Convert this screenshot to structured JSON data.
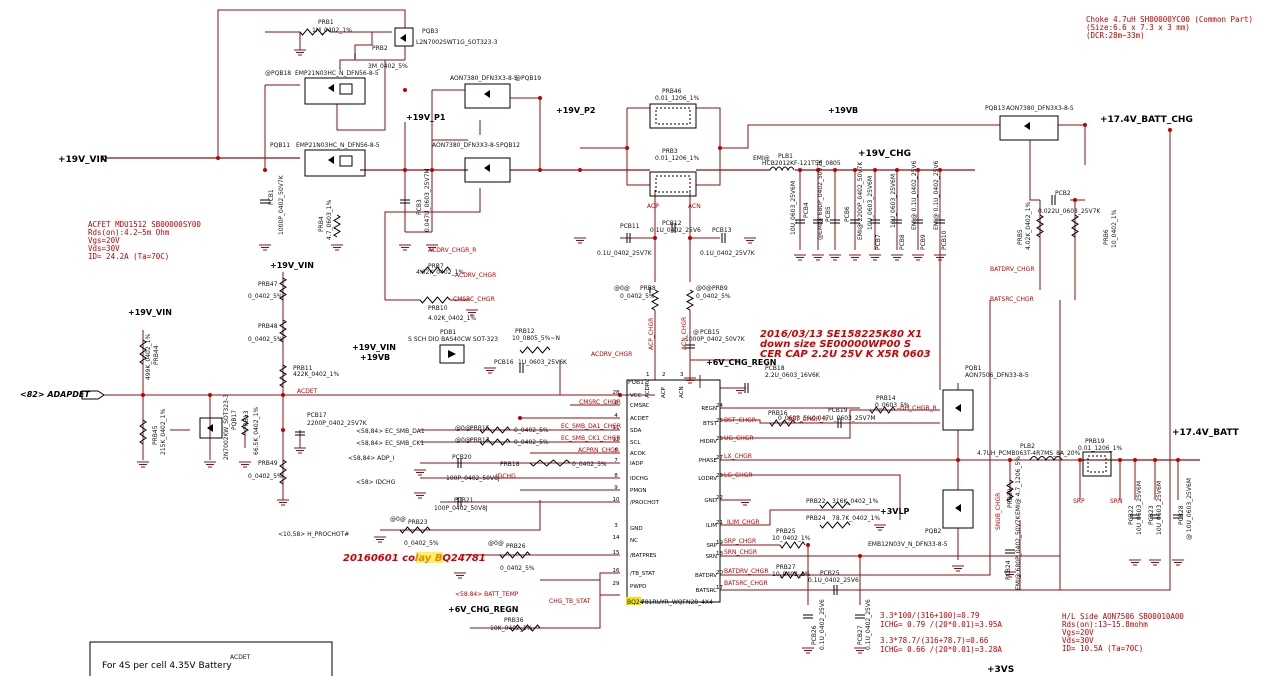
{
  "nets": {
    "v19_vin": "+19V_VIN",
    "v19_vin_2": "+19V_VIN",
    "v19_vin_3": "+19V_VIN",
    "v19_vin_4": "+19V_VIN",
    "v19_p1": "+19V_P1",
    "v19_p2": "+19V_P2",
    "v19vb": "+19VB",
    "v19vb_2": "+19VB",
    "v19v_chg": "+19V_CHG",
    "batt_chg": "+17.4V_BATT_CHG",
    "batt": "+17.4V_BATT",
    "v6_chg_regn": "+6V_CHG_REGN",
    "v6_chg_regn_2": "+6V_CHG_REGN",
    "v3vlp": "+3VLP",
    "v3vs": "+3VS",
    "adapdet": "<82> ADAPDET"
  },
  "components": {
    "prb1": "PRB1",
    "prb1_val": "1M_0402_1%",
    "prb2": "PRB2",
    "prb2_val": "3M_0402_5%",
    "pqb3": "PQB3",
    "pqb3_val": "L2N7002SWT1G_SOT323-3",
    "pqb18": "@PQB18",
    "pqb18_val": "EMP21N03HC_N_DFN56-8-5",
    "pqb11": "PQB11",
    "pqb11_val": "EMP21N03HC_N_DFN56-8-5",
    "pqb19_val": "AON7380_DFN3X3-8-5",
    "pqb19": "@PQB19",
    "pqb12_val": "AON7380_DFN3X3-8-5",
    "pqb12": "PQB12",
    "prb46": "PRB46",
    "prb46_val": "0.01_1206_1%",
    "prb3": "PRB3",
    "prb3_val": "0.01_1206_1%",
    "plb1": "PLB1",
    "plb1_pre": "EMI@",
    "plb1_val": "HCB2012KF-121T50_0805",
    "pqb13": "PQB13",
    "pqb13_val": "AON7380_DFN3X3-8-5",
    "pcb1": "PCB1",
    "pcb1_val": "1000P_0402_50V7K",
    "prb4": "PRB4",
    "prb4_val": "4.7_0603_1%",
    "pcb3": "PCB3",
    "pcb3_val": "0.047U_0603_25V7M",
    "pcb11": "PCB11",
    "pcb11_val": "0.1U_0402_25V7K",
    "pcb12": "PCB12",
    "pcb12_val": "0.1U_0402_25V6",
    "pcb13": "PCB13",
    "pcb13_val": "0.1U_0402_25V7K",
    "pcb4": "PCB4",
    "pcb4_val": "10U_0603_25V6M",
    "pcb5": "PCB5",
    "pcb5_val": "@EMI@ 680P_0402_50V7K",
    "pcb6": "PCB6",
    "pcb6_val": "EMI@ 2200P_0402_50V7K",
    "pcb7": "PCB7",
    "pcb7_val": "10U_0603_25V6M",
    "pcb8": "PCB8",
    "pcb8_val": "10U_0603_25V6M",
    "pcb9": "PCB9",
    "pcb9_val": "EMI@ 0.1U_0402_25V6",
    "pcb10": "PCB10",
    "pcb10_val": "EMI@ 0.1U_0402_25V6",
    "prb5": "PRB5",
    "prb5_val": "4.02K_0402_1%",
    "prb6": "PRB6",
    "prb6_val": "10_0402_1%",
    "pcb2": "PCB2",
    "pcb2_val": "0.022U_0603_25V7K",
    "prb7": "PRB7",
    "prb7_val": "4.02K_0402_1%",
    "prb10": "PRB10",
    "prb10_val": "4.02K_0402_1%",
    "prb47": "PRB47",
    "prb47_val": "0_0402_5%",
    "prb48": "PRB48",
    "prb48_val": "0_0402_5%",
    "prb11": "PRB11",
    "prb11_val": "422K_0402_1%",
    "prb44": "PRB44",
    "prb44_val": "499K_0402_1%",
    "prb45": "PRB45",
    "prb45_val": "215K_0402_1%",
    "pqb17": "PQB17",
    "pqb17_val": "2N7002KW_SOT323-3",
    "prb13": "PRB13",
    "prb13_val": "66.5K_0402_1%",
    "pcb17": "PCB17",
    "pcb17_val": "2200P_0402_25V7K",
    "prb49": "PRB49",
    "prb49_val": "0_0402_5%",
    "pdb1": "PDB1",
    "pdb1_val": "S SCH DIO BAS40CW SOT-323",
    "prb12": "PRB12",
    "prb12_val": "10_0805_5%~N",
    "pcb16": "PCB16",
    "pcb16_val": "1U_0603_25V6K",
    "prb8": "PRB8",
    "prb8_val": "0_0402_5%",
    "prb9": "PRB9",
    "prb9_val": "0_0402_5%",
    "pcb15": "PCB15",
    "pcb15_val": "1000P_0402_50V7K",
    "pcb18": "PCB18",
    "pcb18_val": "2.2U_0603_16V6K",
    "prb16": "PRB16",
    "prb16_val": "0_0603_5%",
    "pcb19": "PCB19",
    "pcb19_val": "0.047U_0603_25V7M",
    "prb14": "PRB14",
    "prb14_val": "0_0603_5%",
    "pqb1": "PQB1",
    "pqb1_val": "AON7506_DFN33-8-5",
    "pqb2": "PQB2",
    "pqb2_val": "EMB12N03V_N_DFN33-8-5",
    "plb2": "PLB2",
    "plb2_val": "4.7UH_PCMB063T-4R7MS_8A_20%",
    "prb19": "PRB19",
    "prb19_val": "0.01_1206_1%",
    "prb15": "PRB15",
    "prb17": "PRB17",
    "prb15_val": "0_0402_5%",
    "prb17_val": "0_0402_5%",
    "pcb20": "PCB20",
    "pcb20_val": "100P_0402_50V8J",
    "prb18": "PRB18",
    "prb18_val": "0_0402_5%",
    "pcb21": "PCB21",
    "pcb21_val": "100P_0402_50V8J",
    "prb23": "PRB23",
    "prb23_val": "0_0402_5%",
    "prb26": "PRB26",
    "prb26_val": "0_0402_5%",
    "prb36": "PRB36",
    "prb36_val": "10K_0402_1%",
    "prb22": "PRB22",
    "prb22_val": "316K_0402_1%",
    "prb24": "PRB24",
    "prb24_val": "78.7K_0402_1%",
    "prb25": "PRB25",
    "prb25_val": "10_0402_1%",
    "prb27": "PRB27",
    "prb27_val": "10_0402_1%",
    "pcb25": "PCB25",
    "pcb25_val": "0.1U_0402_25V6",
    "pcb26": "PCB26",
    "pcb26_val": "0.1U_0402_25V6",
    "pcb27": "PCB27",
    "pcb27_val": "0.1U_0402_25V6",
    "pcb22": "PCB22",
    "pcb22_val": "10U_0603_25V6M",
    "pcb23": "PCB23",
    "pcb23_val": "10U_0603_25V6M",
    "pcb28": "PCB28",
    "pcb28_val": "@ 10U_0603_25V6M",
    "pcb24": "PCB24",
    "pcb24_val": "EMI@ 680P_0402_50V7K",
    "prb20": "PRB20",
    "prb20_val": "EMI@ 4.7_1206_5%",
    "pub1": "PUB1",
    "pub1_part_hl": "BQ24",
    "pub1_part": "781RUYR_WQFN28_4X4"
  },
  "ic_pins_left": [
    {
      "num": "28",
      "name": "VCC"
    },
    {
      "num": "6",
      "name": "CMSRC"
    },
    {
      "num": "4",
      "name": "ACDET"
    },
    {
      "num": "11",
      "name": "SDA"
    },
    {
      "num": "12",
      "name": "SCL"
    },
    {
      "num": "5",
      "name": "ACOK"
    },
    {
      "num": "7",
      "name": "IADP"
    },
    {
      "num": "8",
      "name": "IDCHG"
    },
    {
      "num": "9",
      "name": "PMON"
    },
    {
      "num": "10",
      "name": "/PROCHOT"
    },
    {
      "num": "3",
      "name": "GND"
    },
    {
      "num": "14",
      "name": "NC"
    },
    {
      "num": "15",
      "name": "/BATPRES"
    },
    {
      "num": "16",
      "name": "/TB_STAT"
    },
    {
      "num": "29",
      "name": "PWPD"
    }
  ],
  "ic_pins_right": [
    {
      "num": "24",
      "name": "REGN"
    },
    {
      "num": "25",
      "name": "BTST"
    },
    {
      "num": "26",
      "name": "HIDRV"
    },
    {
      "num": "27",
      "name": "PHASE"
    },
    {
      "num": "23",
      "name": "LODRV"
    },
    {
      "num": "22",
      "name": "GND"
    },
    {
      "num": "21",
      "name": "ILIM"
    },
    {
      "num": "19",
      "name": "SRP"
    },
    {
      "num": "18",
      "name": "SRN"
    },
    {
      "num": "20",
      "name": "BATDRV"
    },
    {
      "num": "17",
      "name": "BATSRC"
    }
  ],
  "ic_pins_top": [
    {
      "num": "1",
      "name": "ACDRV"
    },
    {
      "num": "2",
      "name": "ACP"
    },
    {
      "num": "3",
      "name": "ACN"
    }
  ],
  "signals": {
    "acdrv_chgr_r": "ACDRV_CHGR_R",
    "acdrv_chgr": "ACDRV_CHGR",
    "cmsrc_chgr": "CMSRC_CHGR",
    "acdrv_chgr_2": "ACDRV_CHGR",
    "cmsrc_chgr_2": "CMSRC_CHGR",
    "acdet": "ACDET",
    "ec_smb_da1_chgr": "EC_SMB_DA1_CHGR",
    "ec_smb_ck1_chgr": "EC_SMB_CK1_CHGR",
    "acprn_chgr": "ACPRN_CHGR",
    "idchg": "IDCHG",
    "acp": "ACP",
    "acn": "ACN",
    "acp_chgr": "ACP_CHGR",
    "acn_chgr": "ACN_CHGR",
    "bst_chgr": "BST_CHGR",
    "bst_chgr_r": "BST_CHGR_R",
    "dh_chgr_r": "DH_CHGR_R",
    "ug_chgr": "UG_CHGR",
    "lx_chgr": "LX_CHGR",
    "lg_chgr": "LG_CHGR",
    "ilim_chgr": "ILIM_CHGR",
    "srp_chgr": "SRP_CHGR",
    "srn_chgr": "SRN_CHGR",
    "batdrv_chgr": "BATDRV_CHGR",
    "batsrc_chgr": "BATSRC_CHGR",
    "batdrv_chgr_r": "BATDRV_CHGR",
    "batsrc_chgr_r": "BATSRC_CHGR",
    "chg_tb_stat": "CHG_TB_STAT",
    "batt_temp": "<58.84> BATT_TEMP",
    "srp": "SRP",
    "srn": "SRN",
    "snub_chgr": "SNUB_CHGR"
  },
  "ports": {
    "ec_smb_da1": "<58,84> EC_SMB_DA1",
    "ec_smb_ck1": "<58,84> EC_SMB_CK1",
    "adp_i": "<58,84> ADP_I",
    "idchg": "<58> IDCHG",
    "h_prochot": "<10,58> H_PROCHOT#",
    "pre15": "@0@",
    "pre17": "@0@",
    "pre23": "@0@",
    "pre26": "@0@",
    "pre8": "@0@",
    "pre9": "@0@",
    "pre15c": "@"
  },
  "annotations": {
    "rev_line1": "2016/03/13   SE158225K80  X1",
    "rev_line2": "down size SE00000WP00  S",
    "rev_line3": "CER CAP 2.2U 25V K X5R 0603",
    "colay_prefix": "20160601 colay ",
    "colay_hl": "BQ24",
    "colay_suffix": "781"
  },
  "notes": {
    "choke_1": "Choke 4.7uH SH00000YC00 (Common Part)",
    "choke_2": "(Size:6.6 x 7.3 x 3 mm)",
    "choke_3": "(DCR:28m~33m)",
    "acfet_1": "ACFET MDU1512 SB00000SY00",
    "acfet_2": "Rds(on):4.2~5m  Ohm",
    "acfet_3": "Vgs=20V",
    "acfet_4": "Vds=30V",
    "acfet_5": "ID= 24.2A (Ta=70C)",
    "calc_1": "3.3*100/(316+100)=0.79",
    "calc_2": "ICHG=  0.79  /(20*0.01)=3.95A",
    "calc_3": "3.3*78.7/(316+78.7)=0.66",
    "calc_4": "ICHG=  0.66  /(20*0.01)=3.28A",
    "hl_1": "H/L Side AON7506 SB00010A00",
    "hl_2": "Rds(on):13~15.8mohm",
    "hl_3": "Vgs=20V",
    "hl_4": "Vds=30V",
    "hl_5": "ID= 10.5A (Ta=70C)"
  },
  "note_box": {
    "label": "ACDET",
    "text": "For 4S per cell 4.35V Battery"
  },
  "colors": {
    "wire": "#8a1010",
    "text": "#111111",
    "annotation": "#d00000",
    "highlight": "#f5e600"
  }
}
